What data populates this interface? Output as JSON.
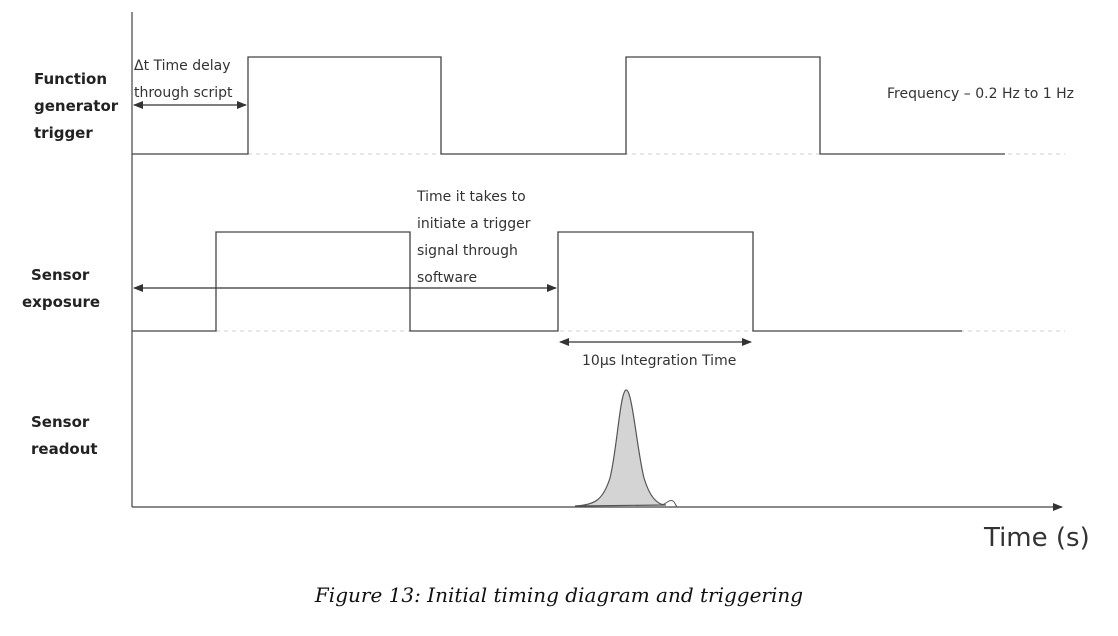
{
  "signals": [
    {
      "label_lines": [
        "Function",
        "generator",
        "trigger"
      ]
    },
    {
      "label_lines": [
        "Sensor",
        "exposure"
      ]
    },
    {
      "label_lines": [
        "Sensor",
        "readout"
      ]
    }
  ],
  "annotations": {
    "delay_lines": [
      "Δt Time delay",
      "through script"
    ],
    "frequency": "Frequency – 0.2 Hz to 1 Hz",
    "software_lines": [
      "Time it takes to",
      "initiate a trigger",
      "signal through",
      "software"
    ],
    "integration": "10μs Integration Time"
  },
  "axis": {
    "x_label": "Time (s)"
  },
  "caption": "Figure 13: Initial timing diagram and triggering"
}
